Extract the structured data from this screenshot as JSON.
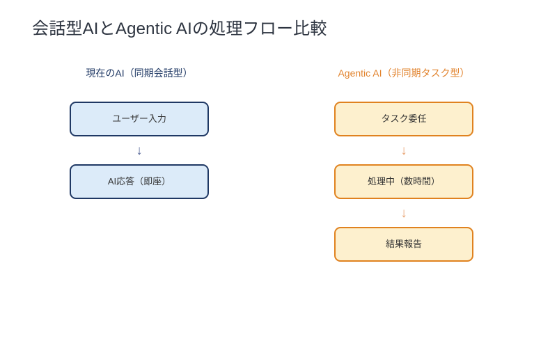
{
  "slide": {
    "title": "会話型AIとAgentic AIの処理フロー比較",
    "background_color": "#ffffff",
    "title_color": "#2d3440"
  },
  "columns": [
    {
      "id": "current-ai",
      "header": "現在のAI（同期会話型）",
      "accent_color": "#1f3864",
      "node_fill": "#dcebf9",
      "node_border": "#1f3864",
      "arrow_color": "#5a6a9a",
      "arrow_glyph": "↓",
      "nodes": [
        {
          "label": "ユーザー入力"
        },
        {
          "label": "AI応答（即座）"
        }
      ]
    },
    {
      "id": "agentic-ai",
      "header": "Agentic AI（非同期タスク型）",
      "accent_color": "#e2842f",
      "node_fill": "#fdf0ce",
      "node_border": "#e0821f",
      "arrow_color": "#e8a271",
      "arrow_glyph": "↓",
      "nodes": [
        {
          "label": "タスク委任"
        },
        {
          "label": "処理中（数時間）"
        },
        {
          "label": "結果報告"
        }
      ]
    }
  ]
}
